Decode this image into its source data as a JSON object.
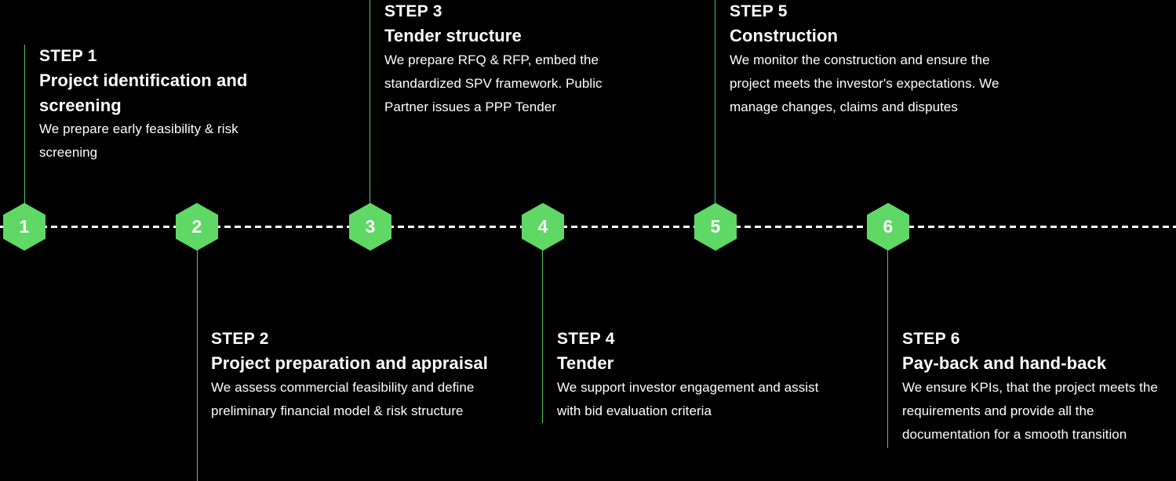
{
  "diagram": {
    "title": "PPP project delivery process timeline",
    "background_color": "#000000",
    "accent_color": "#5FD865",
    "rail_color": "#FFFFFF",
    "text_color": "#FFFFFF"
  },
  "steps": [
    {
      "node": "1",
      "label": "STEP 1",
      "title": "Project identification and screening",
      "description": "We prepare early feasibility & risk screening",
      "position": "above"
    },
    {
      "node": "2",
      "label": "STEP 2",
      "title": "Project preparation and appraisal",
      "description": "We assess commercial feasibility and define preliminary financial model & risk structure",
      "position": "below"
    },
    {
      "node": "3",
      "label": "STEP 3",
      "title": "Tender structure",
      "description": "We prepare RFQ & RFP, embed the standardized SPV framework. Public Partner issues a PPP Tender",
      "position": "above"
    },
    {
      "node": "4",
      "label": "STEP 4",
      "title": "Tender",
      "description": "We support investor engagement and assist with bid evaluation criteria",
      "position": "below"
    },
    {
      "node": "5",
      "label": "STEP 5",
      "title": "Construction",
      "description": "We monitor the construction and ensure the project meets the investor's expectations. We manage changes, claims and disputes",
      "position": "above"
    },
    {
      "node": "6",
      "label": "STEP 6",
      "title": "Pay-back and hand-back",
      "description": "We ensure KPIs, that the project meets the requirements and provide all the documentation for a smooth transition",
      "position": "below"
    }
  ]
}
